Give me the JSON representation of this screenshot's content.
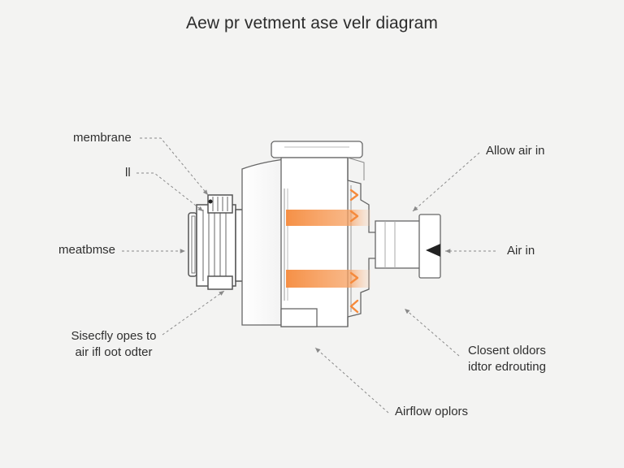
{
  "title": "Aew pr vetment ase velr diagram",
  "labels": {
    "membrane": "membrane",
    "ll": "ll",
    "meatbmse": "meatbmse",
    "sisecfly_line1": "Sisecfly opes to",
    "sisecfly_line2": "air ifl oot odter",
    "allow_air_in": "Allow air in",
    "air_in": "Air in",
    "closent_line1": "Closent oldors",
    "closent_line2": "idtor edrouting",
    "airflow_oplors": "Airflow oplors"
  },
  "colors": {
    "background": "#f3f3f2",
    "outline": "#555555",
    "airflow_orange": "#f58a3c",
    "leader_line": "#8a8a8a",
    "valve_fill": "#ffffff"
  }
}
